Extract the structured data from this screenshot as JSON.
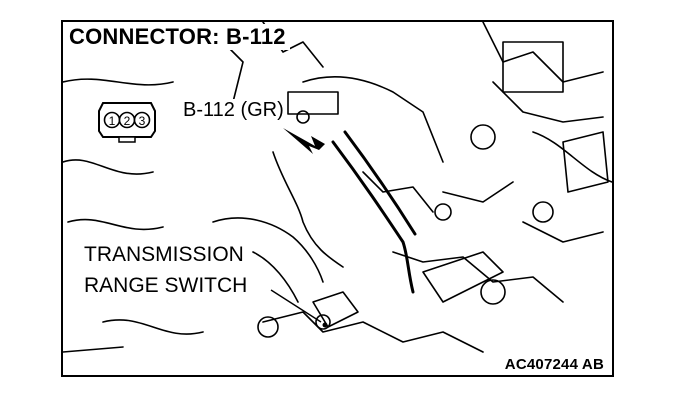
{
  "title": "CONNECTOR: B-112",
  "connector_label": "B-112 (GR)",
  "part_label_line1": "TRANSMISSION",
  "part_label_line2": "RANGE SWITCH",
  "figure_code": "AC407244 AB",
  "pin_numbers": [
    "1",
    "2",
    "3"
  ]
}
